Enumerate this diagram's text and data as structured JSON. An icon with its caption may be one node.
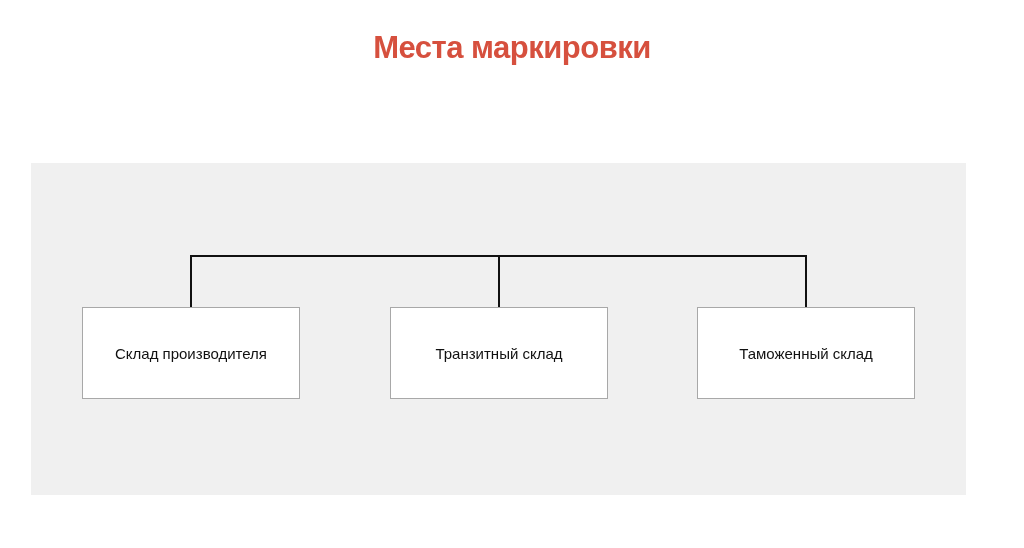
{
  "diagram": {
    "title": "Места маркировки",
    "nodes": [
      {
        "text": [
          "Склад производителя"
        ]
      },
      {
        "text": [
          "Транзитный склад"
        ]
      },
      {
        "text": [
          "Таможенный склад"
        ]
      }
    ],
    "edges": [
      {
        "from": 1,
        "to": 0,
        "arrow": "none"
      },
      {
        "from": 1,
        "to": 2,
        "arrow": "none"
      }
    ]
  }
}
